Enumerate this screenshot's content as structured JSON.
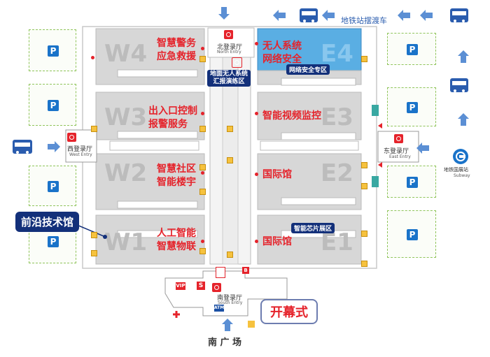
{
  "halls": [
    {
      "code": "W4",
      "title_lines": [
        "智慧警务",
        "应急救援"
      ]
    },
    {
      "code": "W3",
      "title_lines": [
        "出入口控制",
        "报警服务"
      ]
    },
    {
      "code": "W2",
      "title_lines": [
        "智慧社区",
        "智能楼宇"
      ]
    },
    {
      "code": "W1",
      "title_lines": [
        "人工智能",
        "智慧物联"
      ]
    },
    {
      "code": "E4",
      "title_lines": [
        "无人系统",
        "网络安全"
      ]
    },
    {
      "code": "E3",
      "title_lines": [
        "智能视频监控"
      ]
    },
    {
      "code": "E2",
      "title_lines": [
        "国际馆"
      ]
    },
    {
      "code": "E1",
      "title_lines": [
        "国际馆"
      ]
    }
  ],
  "zones": {
    "network_security": "网络安全专区",
    "drone_zone_lines": [
      "地面无人系统",
      "汇报演练区"
    ],
    "chip_zone": "智能芯片展区"
  },
  "entries": {
    "north": {
      "name": "北登录厅",
      "en": "North Entry"
    },
    "west": {
      "name": "西登录厅",
      "en": "West Entry"
    },
    "east": {
      "name": "东登录厅",
      "en": "East Entry"
    },
    "south": {
      "name": "南登录厅",
      "en": "South Entry"
    }
  },
  "callouts": {
    "frontier": "前沿技术馆",
    "opening": "开幕式"
  },
  "transit": {
    "shuttle": "地铁站摆渡车",
    "metro_station": "地铁国展站",
    "metro_en": "Subway"
  },
  "plaza": "南 广 场",
  "misc": {
    "parking": "P",
    "vip": "VIP",
    "service": "S",
    "atm": "ATM",
    "b": "B"
  },
  "colors": {
    "hall_fill": "#d7d7d7",
    "e4_highlight": "#5aaee3",
    "arrow_blue": "#5b8fd4",
    "label_red": "#e5232b",
    "tag_navy": "#13307a",
    "parking_blue": "#1a73c9"
  }
}
